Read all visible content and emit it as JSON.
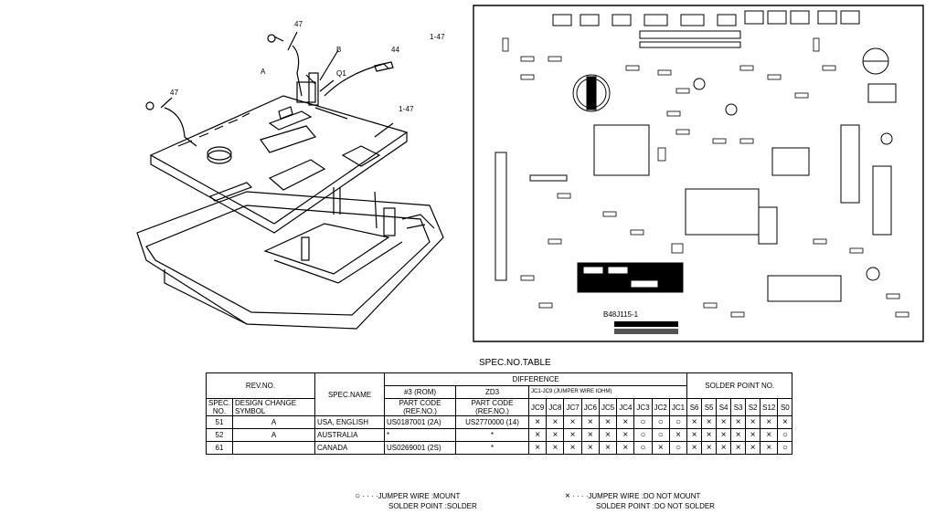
{
  "callouts": {
    "c47a": "47",
    "c47b": "47",
    "c44": "44",
    "cB": "B",
    "cA": "A",
    "cQ1": "Q1",
    "c147a": "1-47",
    "c147b": "1-47"
  },
  "board": {
    "model": "B48J115-1"
  },
  "spec_table": {
    "title": "SPEC.NO.TABLE",
    "headers": {
      "rev_no": "REV.NO.",
      "spec_no": "SPEC. NO.",
      "design_change": "DESIGN CHANGE SYMBOL",
      "spec_name": "SPEC.NAME",
      "difference": "DIFFERENCE",
      "rom": "#3 (ROM)",
      "zd3": "ZD3",
      "jumper": "JC1-JC9 (JUMPER WIRE IOHM)",
      "part_code": "PART CODE (REF.NO.)",
      "solder": "SOLDER POINT NO."
    },
    "jc_cols": [
      "JC9",
      "JC8",
      "JC7",
      "JC6",
      "JC5",
      "JC4",
      "JC3",
      "JC2",
      "JC1"
    ],
    "s_cols": [
      "S6",
      "S5",
      "S4",
      "S3",
      "S2",
      "S12",
      "S0"
    ],
    "rows": [
      {
        "spec": "51",
        "symbol": "A",
        "name": "USA, ENGLISH",
        "rom": "US0187001 (2A)",
        "zd3": "US2770000 (14)",
        "jc": [
          "×",
          "×",
          "×",
          "×",
          "×",
          "×",
          "○",
          "○",
          "○"
        ],
        "s": [
          "×",
          "×",
          "×",
          "×",
          "×",
          "×",
          "×"
        ]
      },
      {
        "spec": "52",
        "symbol": "A",
        "name": "AUSTRALIA",
        "rom": "*",
        "zd3": "*",
        "jc": [
          "×",
          "×",
          "×",
          "×",
          "×",
          "×",
          "○",
          "○",
          "×"
        ],
        "s": [
          "×",
          "×",
          "×",
          "×",
          "×",
          "×",
          "○"
        ]
      },
      {
        "spec": "61",
        "symbol": "",
        "name": "CANADA",
        "rom": "US0269001 (2S)",
        "zd3": "*",
        "jc": [
          "×",
          "×",
          "×",
          "×",
          "×",
          "×",
          "○",
          "×",
          "○"
        ],
        "s": [
          "×",
          "×",
          "×",
          "×",
          "×",
          "×",
          "○"
        ]
      }
    ]
  },
  "legend": {
    "mount_symbol": "○",
    "mount_line1": "· · · ·JUMPER WIRE  :MOUNT",
    "mount_line2": "SOLDER POINT :SOLDER",
    "nomount_symbol": "×",
    "nomount_line1": "· · · ·JUMPER WIRE  :DO NOT MOUNT",
    "nomount_line2": "SOLDER POINT :DO NOT SOLDER"
  }
}
